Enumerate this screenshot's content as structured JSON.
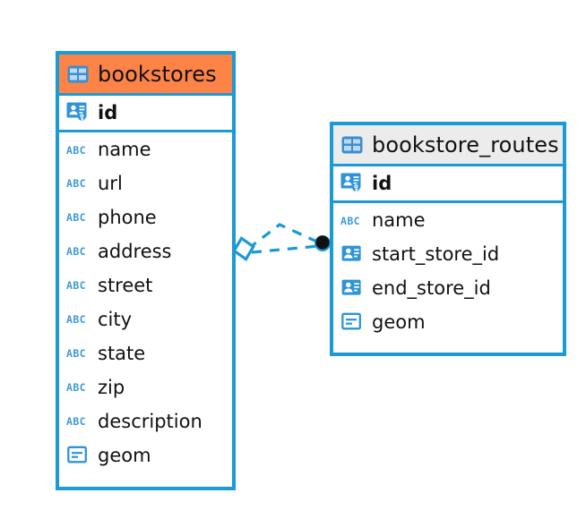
{
  "diagram": {
    "type": "entity-relationship-diagram",
    "background_color": "#ffffff",
    "accent_color": "#1b9ad6",
    "highlight_color": "#fd8346",
    "neutral_header_color": "#ececec"
  },
  "entities": [
    {
      "id": "bookstores",
      "name": "bookstores",
      "header_style": "accent-orange",
      "table_icon": "table-icon",
      "primary_key": {
        "name": "id",
        "icon": "primary-key-icon"
      },
      "fields": [
        {
          "name": "name",
          "icon": "abc-text-icon"
        },
        {
          "name": "url",
          "icon": "abc-text-icon"
        },
        {
          "name": "phone",
          "icon": "abc-text-icon"
        },
        {
          "name": "address",
          "icon": "abc-text-icon"
        },
        {
          "name": "street",
          "icon": "abc-text-icon"
        },
        {
          "name": "city",
          "icon": "abc-text-icon"
        },
        {
          "name": "state",
          "icon": "abc-text-icon"
        },
        {
          "name": "zip",
          "icon": "abc-text-icon"
        },
        {
          "name": "description",
          "icon": "abc-text-icon"
        },
        {
          "name": "geom",
          "icon": "geometry-icon"
        }
      ]
    },
    {
      "id": "bookstore_routes",
      "name": "bookstore_routes",
      "header_style": "accent-grey",
      "table_icon": "table-icon",
      "primary_key": {
        "name": "id",
        "icon": "primary-key-icon"
      },
      "fields": [
        {
          "name": "name",
          "icon": "abc-text-icon"
        },
        {
          "name": "start_store_id",
          "icon": "foreign-key-icon"
        },
        {
          "name": "end_store_id",
          "icon": "foreign-key-icon"
        },
        {
          "name": "geom",
          "icon": "geometry-icon"
        }
      ]
    }
  ],
  "relationship": {
    "name": "bookstores-to-bookstore-routes-relationship",
    "source_entity": "bookstores",
    "target_entity": "bookstore_routes",
    "source_marker": "diamond-marker",
    "target_marker": "filled-circle-marker",
    "line_style": "dashed",
    "line_color": "#1b9ad6"
  }
}
